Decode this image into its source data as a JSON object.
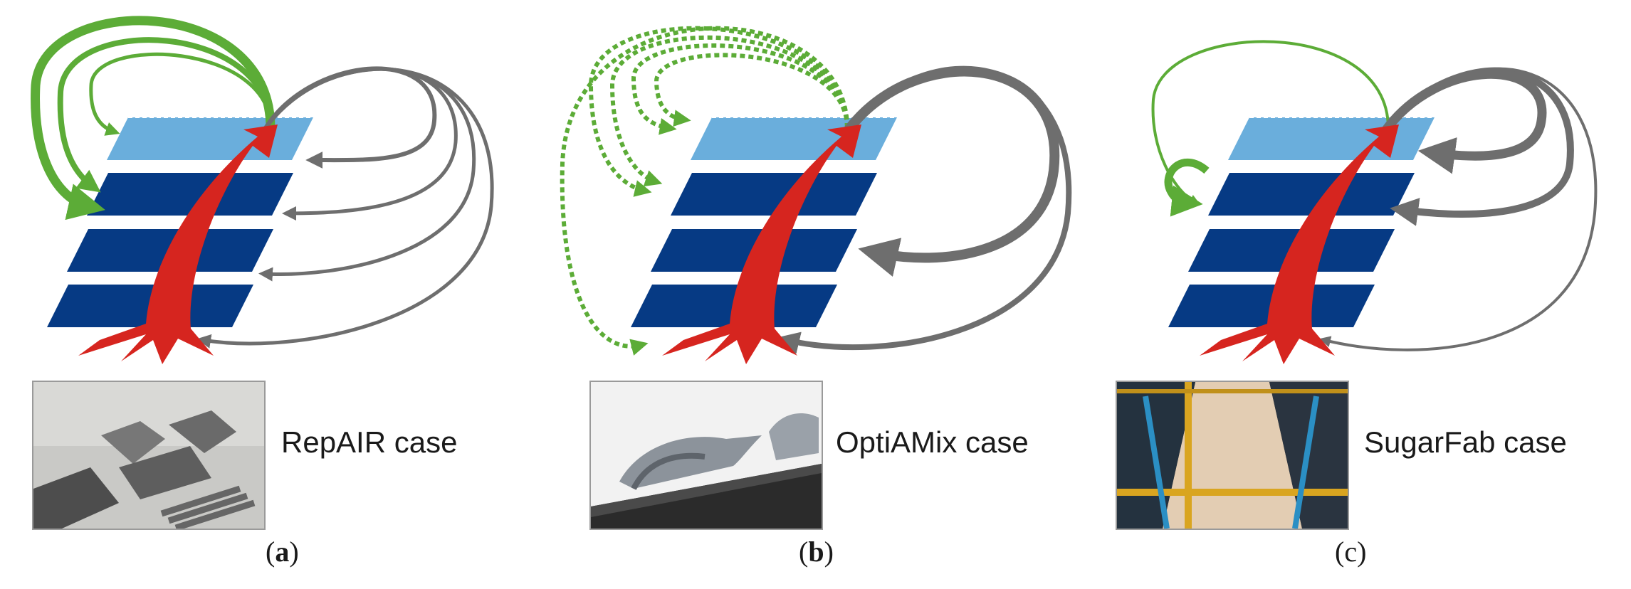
{
  "panels": [
    {
      "case_label": "RepAIR case",
      "sublabel_letter": "a",
      "sublabel_bold": true
    },
    {
      "case_label": "OptiAMix case",
      "sublabel_letter": "b",
      "sublabel_bold": true
    },
    {
      "case_label": "SugarFab case",
      "sublabel_letter": "c",
      "sublabel_bold": false
    }
  ],
  "sublabel_open": "(",
  "sublabel_close": ")",
  "colors": {
    "top_layer": "#6aaedc",
    "layer": "#063a84",
    "trunk": "#d6251f",
    "green": "#5cac37",
    "gray": "#6e6e6e",
    "photo_border": "#9a9a9a"
  }
}
